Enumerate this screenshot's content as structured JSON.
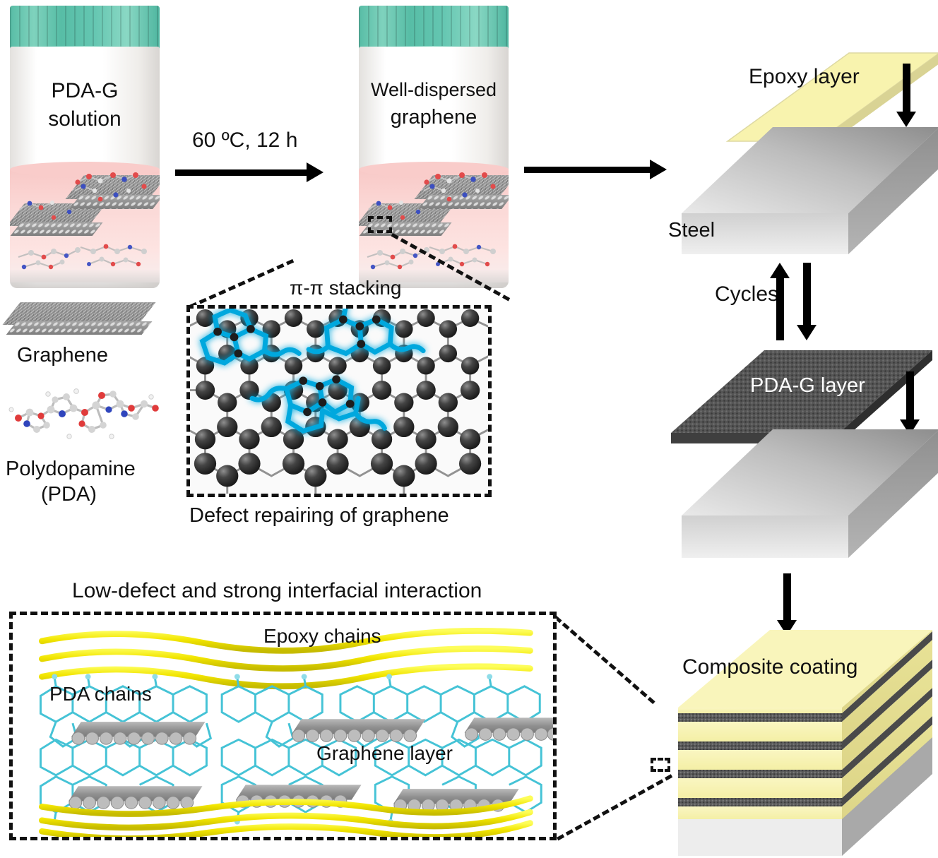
{
  "figure": {
    "domain": "scientific-schematic",
    "title_visible": false
  },
  "step1": {
    "bottle_label_line1": "PDA-G",
    "bottle_label_line2": "solution",
    "cap_color": "#6ec9b4",
    "liquid_color": "#fad6d4"
  },
  "arrow_condition": {
    "label": "60 ºC, 12 h"
  },
  "step2": {
    "bottle_label_line1": "Well-dispersed",
    "bottle_label_line2": "graphene"
  },
  "legend": {
    "graphene_label": "Graphene",
    "pda_label_line1": "Polydopamine",
    "pda_label_line2": "(PDA)"
  },
  "inset_stacking": {
    "top_label": "π-π stacking",
    "bottom_label": "Defect repairing of graphene",
    "highlight_color": "#00a0d2",
    "carbon_color": "#2e2e2e"
  },
  "assembly": {
    "epoxy_label": "Epoxy layer",
    "steel_label": "Steel",
    "cycles_label": "Cycles",
    "pdag_label": "PDA-G layer",
    "composite_label": "Composite coating",
    "epoxy_color": "#f7f3b0",
    "steel_color": "#c8c8c8",
    "pdag_color": "#4e4e4e"
  },
  "inset_interface": {
    "title": "Low-defect and strong interfacial interaction",
    "epoxy_chains_label": "Epoxy chains",
    "pda_chains_label": "PDA chains",
    "graphene_layer_label": "Graphene layer",
    "epoxy_chain_color": "#f2e500",
    "pda_chain_color": "#45c3d6",
    "graphene_color": "#9a9a9a"
  }
}
